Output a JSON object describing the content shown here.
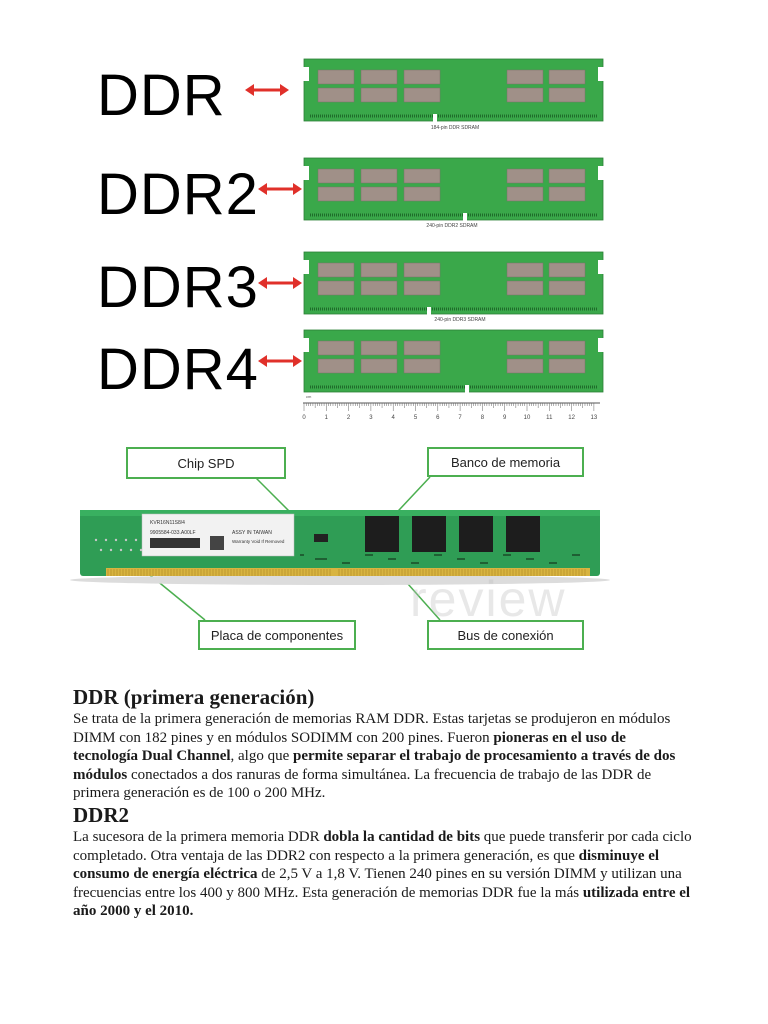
{
  "diagram_top": {
    "modules": [
      {
        "label": "DDR",
        "caption": "184-pin DDR SDRAM"
      },
      {
        "label": "DDR2",
        "caption": "240-pin DDR2 SDRAM"
      },
      {
        "label": "DDR3",
        "caption": "240-pin DDR3 SDRAM"
      },
      {
        "label": "DDR4",
        "caption": ""
      }
    ],
    "ruler_unit": "cm",
    "ruler_ticks": [
      "0",
      "1",
      "2",
      "3",
      "4",
      "5",
      "6",
      "7",
      "8",
      "9",
      "10",
      "11",
      "12",
      "13"
    ]
  },
  "diagram_bottom": {
    "callouts": {
      "chip_spd": "Chip SPD",
      "banco": "Banco de memoria",
      "placa": "Placa de componentes",
      "bus": "Bus de conexión"
    },
    "sticker_lines": [
      "KVR16N11S8/4",
      "9905584-033.A00LF",
      "ASSY IN TAIWAN",
      "Warranty Void If Removed"
    ],
    "watermark": "review"
  },
  "article": {
    "ddr_heading": "DDR (primera generación)",
    "ddr_p": [
      {
        "t": "Se trata de la primera generación de memorias RAM DDR. Estas tarjetas se produjeron en módulos DIMM con 182 pines y en módulos SODIMM con 200 pines. Fueron ",
        "b": false
      },
      {
        "t": "pioneras en el uso de tecnología Dual Channel",
        "b": true
      },
      {
        "t": ", algo que ",
        "b": false
      },
      {
        "t": "permite separar el trabajo de procesamiento a través de dos módulos",
        "b": true
      },
      {
        "t": " conectados a dos ranuras de forma simultánea. La frecuencia de trabajo de las DDR de primera generación es de 100 o 200 MHz.",
        "b": false
      }
    ],
    "ddr2_heading": "DDR2",
    "ddr2_p": [
      {
        "t": "La sucesora de la primera memoria DDR ",
        "b": false
      },
      {
        "t": "dobla la cantidad de bits",
        "b": true
      },
      {
        "t": " que puede transferir por cada ciclo completado. Otra ventaja de las DDR2 con respecto a la primera generación, es que ",
        "b": false
      },
      {
        "t": "disminuye el consumo de energía eléctrica",
        "b": true
      },
      {
        "t": " de 2,5 V a 1,8 V. Tienen 240 pines en su versión DIMM y utilizan una frecuencias entre los 400 y 800 MHz. Esta generación de memorias DDR fue la más ",
        "b": false
      },
      {
        "t": "utilizada entre el año 2000 y el 2010.",
        "b": true
      }
    ]
  },
  "colors": {
    "pcb": "#3aa84a",
    "chip": "#a09088",
    "arrow": "#e0302a",
    "callout_border": "#4caf50"
  }
}
